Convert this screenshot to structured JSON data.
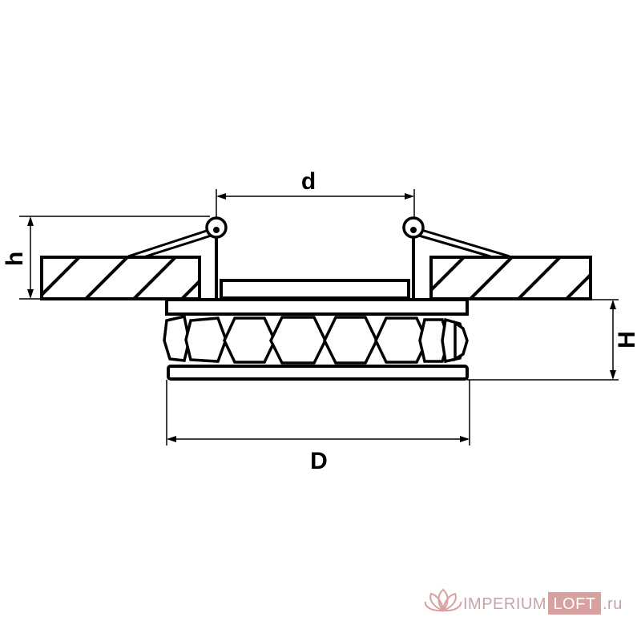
{
  "diagram": {
    "labels": {
      "d": "d",
      "h": "h",
      "H": "H",
      "D": "D"
    },
    "colors": {
      "stroke": "#000000",
      "background": "#ffffff"
    }
  },
  "watermark": {
    "brand_part1": "IMPERIUM",
    "brand_part2": "LOFT",
    "domain": ".ru",
    "colors": {
      "text": "#c9a3a3",
      "box": "#d9a0a0",
      "box_text": "#ffffff"
    }
  }
}
